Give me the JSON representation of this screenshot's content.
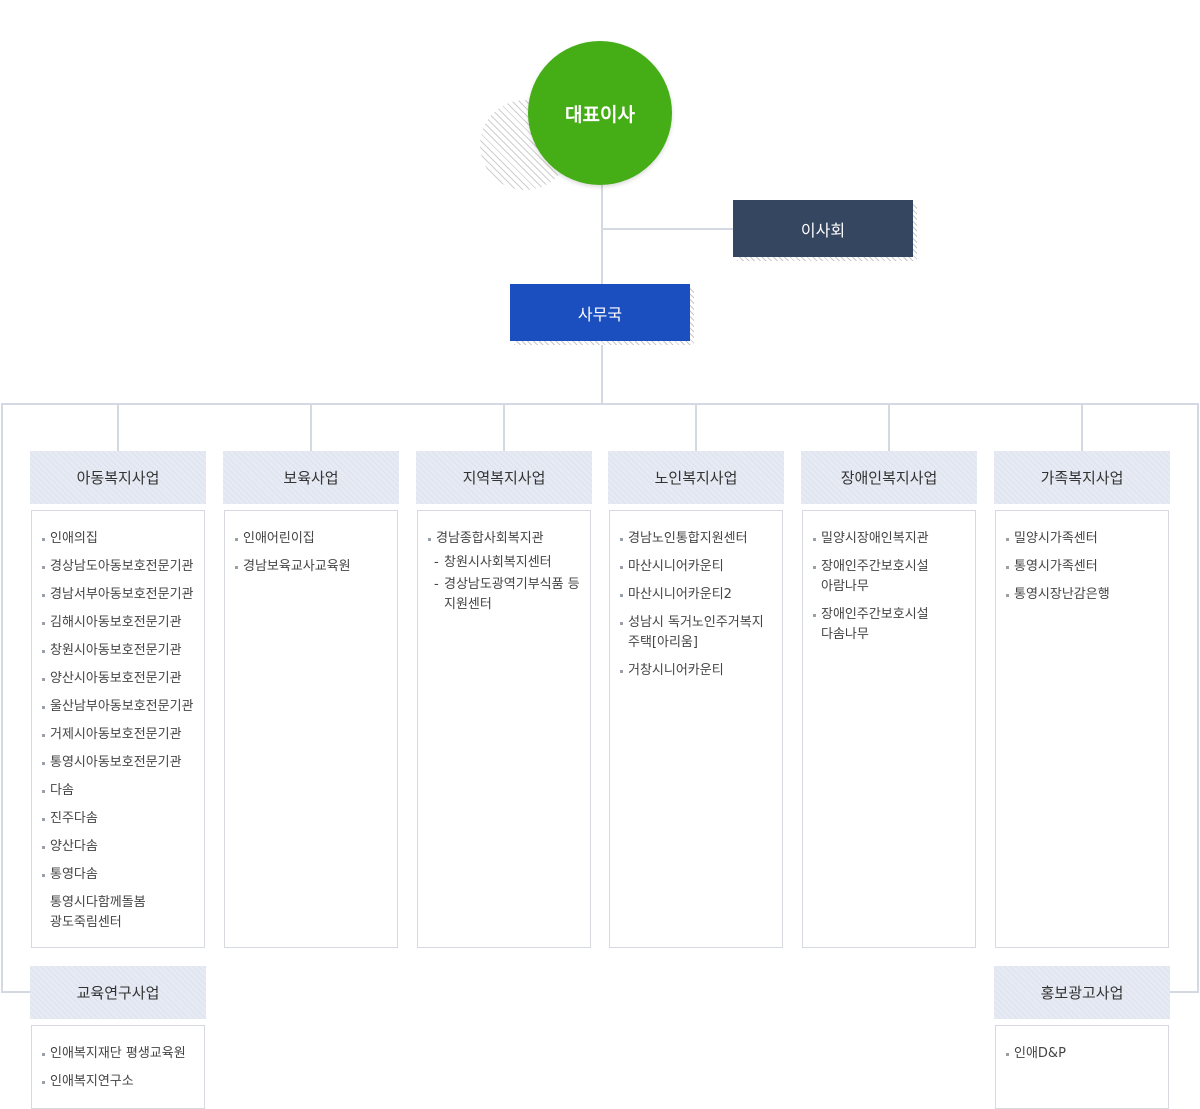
{
  "top": {
    "ceo": "대표이사",
    "board": "이사회",
    "office": "사무국"
  },
  "departments": [
    {
      "title": "아동복지사업",
      "items": [
        "인애의집",
        "경상남도아동보호전문기관",
        "경남서부아동보호전문기관",
        "김해시아동보호전문기관",
        "창원시아동보호전문기관",
        "양산시아동보호전문기관",
        "울산남부아동보호전문기관",
        "거제시아동보호전문기관",
        "통영시아동보호전문기관",
        "다솜",
        "진주다솜",
        "양산다솜",
        "통영다솜"
      ],
      "extra": [
        "통영시다함께돌봄",
        "광도죽림센터"
      ]
    },
    {
      "title": "보육사업",
      "items": [
        "인애어린이집",
        "경남보육교사교육원"
      ]
    },
    {
      "title": "지역복지사업",
      "items": [
        "경남종합사회복지관"
      ],
      "subs": [
        "창원시사회복지센터",
        "경상남도광역기부식품 등",
        "지원센터"
      ]
    },
    {
      "title": "노인복지사업",
      "items": [
        "경남노인통합지원센터",
        "마산시니어카운티",
        "마산시니어카운티2",
        "성남시 독거노인주거복지",
        "거창시니어카운티"
      ],
      "item4_line2": "주택[아리움]"
    },
    {
      "title": "장애인복지사업",
      "items": [
        "밀양시장애인복지관",
        "장애인주간보호시설",
        "장애인주간보호시설"
      ],
      "item2_line2": "아람나무",
      "item3_line2": "다솜나무"
    },
    {
      "title": "가족복지사업",
      "items": [
        "밀양시가족센터",
        "통영시가족센터",
        "통영시장난감은행"
      ]
    }
  ],
  "bottom": [
    {
      "title": "교육연구사업",
      "items": [
        "인애복지재단 평생교육원",
        "인애복지연구소"
      ]
    },
    {
      "title": "홍보광고사업",
      "items": [
        "인애D&P"
      ]
    }
  ]
}
